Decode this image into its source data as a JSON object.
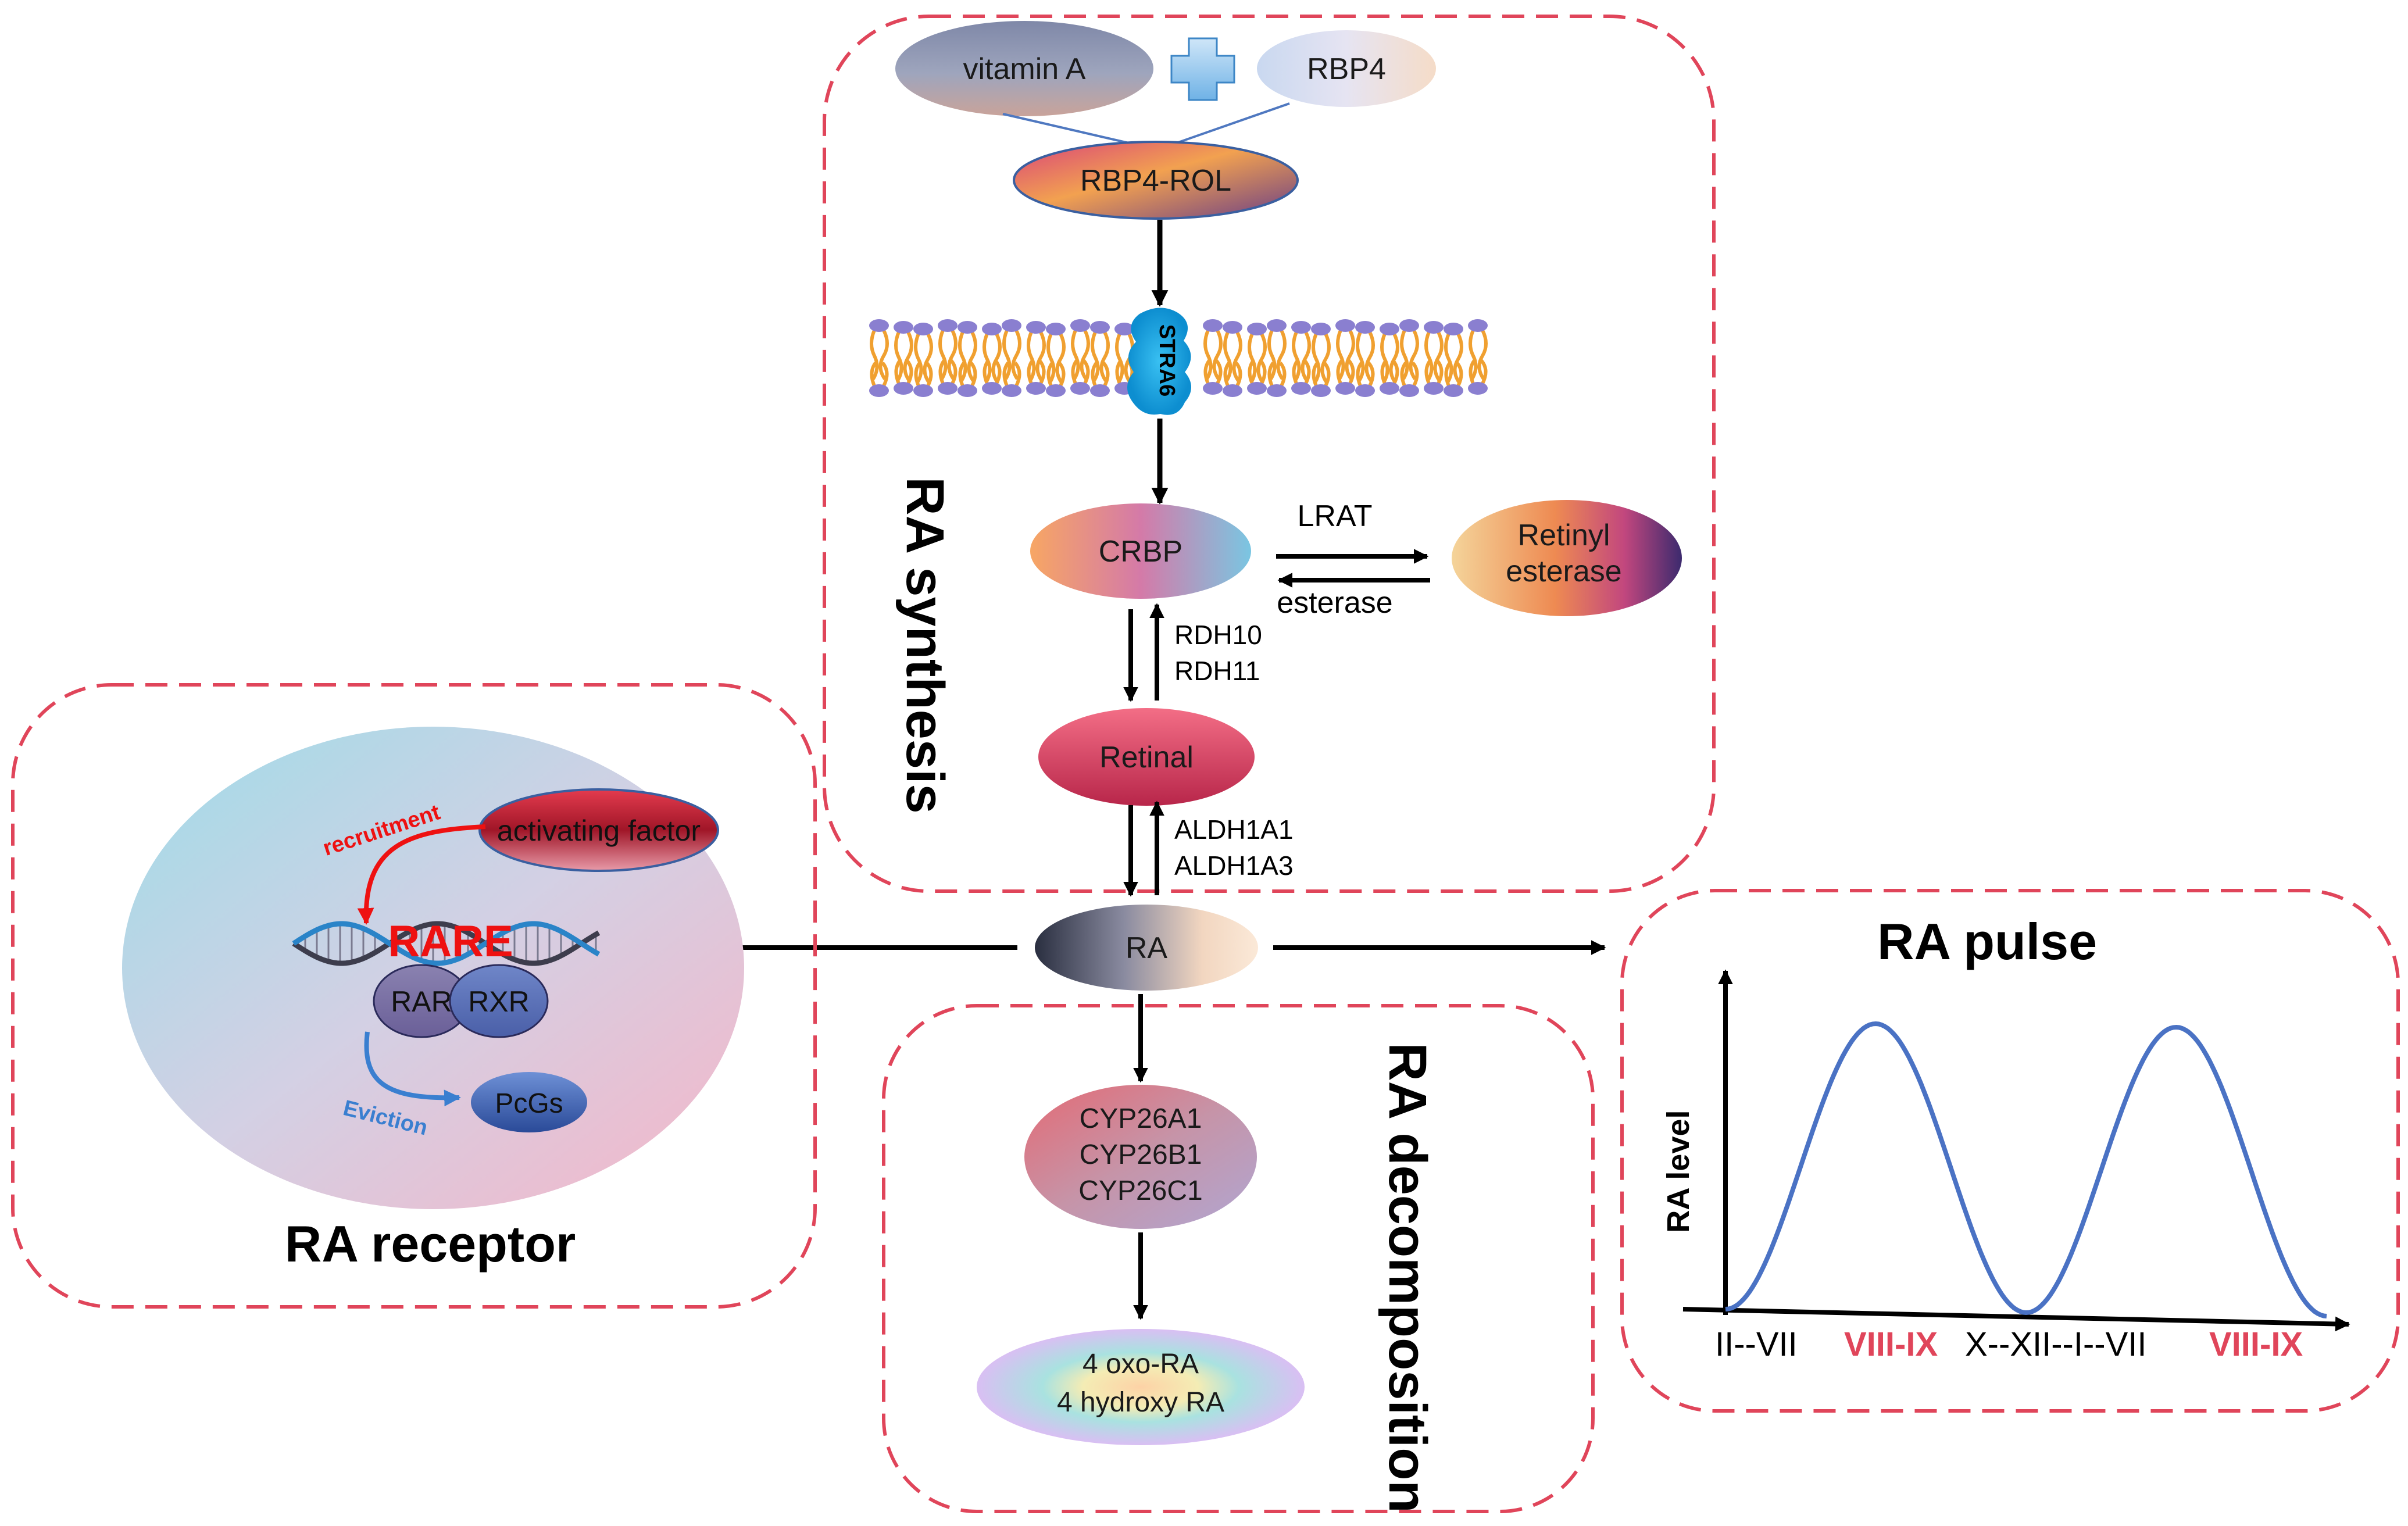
{
  "synthesis": {
    "title": "RA synthesis",
    "vitamin_a": "vitamin A",
    "rbp4": "RBP4",
    "complex": "RBP4-ROL",
    "receptor": "STRA6",
    "crbp": "CRBP",
    "lrat": "LRAT",
    "esterase": "esterase",
    "retinyl_line1": "Retinyl",
    "retinyl_line2": "esterase",
    "rdh_line1": "RDH10",
    "rdh_line2": "RDH11",
    "retinal": "Retinal",
    "aldh_line1": "ALDH1A1",
    "aldh_line2": "ALDH1A3",
    "ra": "RA"
  },
  "decomposition": {
    "title": "RA decomposition",
    "cyp_line1": "CYP26A1",
    "cyp_line2": "CYP26B1",
    "cyp_line3": "CYP26C1",
    "product_line1": "4 oxo-RA",
    "product_line2": "4 hydroxy RA"
  },
  "receptor": {
    "title": "RA receptor",
    "activating_factor": "activating factor",
    "recruitment": "recruitment",
    "rare": "RARE",
    "rar": "RAR",
    "rxr": "RXR",
    "eviction": "Eviction",
    "pcgs": "PcGs"
  },
  "pulse": {
    "title": "RA pulse",
    "ylabel": "RA level",
    "stages": [
      {
        "label": "II--VII",
        "highlight": false
      },
      {
        "label": "VIII-IX",
        "highlight": true
      },
      {
        "label": "X--XII--I--VII",
        "highlight": false
      },
      {
        "label": "VIII-IX",
        "highlight": true
      }
    ]
  },
  "colors": {
    "box_border": "#e0455a",
    "highlight_red": "#e0455a",
    "curve_blue": "#4a72c4",
    "membrane_head": "#8a7fd0",
    "membrane_tail": "#f0a030",
    "stra6": "#1ea8e0",
    "recruitment_red": "#ee1111",
    "eviction_blue": "#3a7fd0"
  }
}
